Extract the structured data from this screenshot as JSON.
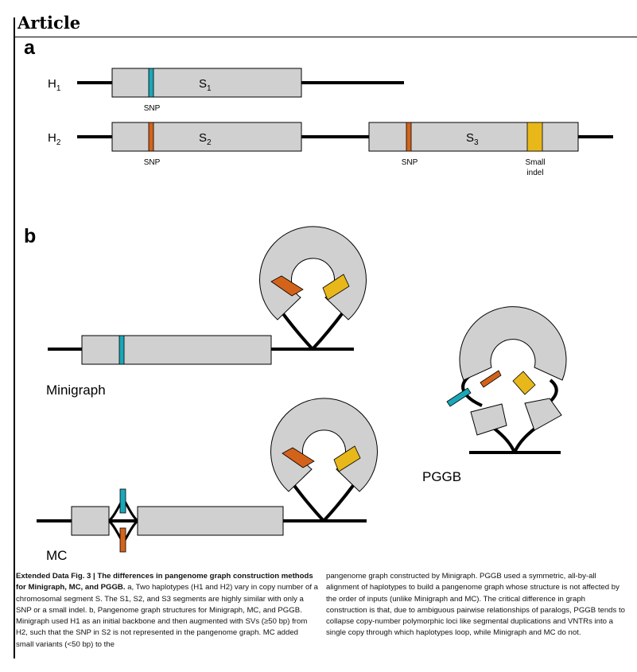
{
  "header": {
    "section": "Article"
  },
  "panel_a": {
    "label": "a",
    "h1": {
      "base": "H",
      "sub": "1"
    },
    "h2": {
      "base": "H",
      "sub": "2"
    },
    "s1": {
      "base": "S",
      "sub": "1"
    },
    "s2": {
      "base": "S",
      "sub": "2"
    },
    "s3": {
      "base": "S",
      "sub": "3"
    },
    "snp_label": "SNP",
    "indel_line1": "Small",
    "indel_line2": "indel"
  },
  "panel_b": {
    "label": "b",
    "minigraph": "Minigraph",
    "mc": "MC",
    "pggb": "PGGB"
  },
  "colors": {
    "segment_fill": "#d0d0d0",
    "snp_teal": "#1aa7b8",
    "snp_orange": "#d4631a",
    "indel_yellow": "#e8b81a",
    "line": "#000000"
  },
  "caption": {
    "title": "Extended Data Fig. 3 | The differences in pangenome graph construction methods for Minigraph, MC, and PGGB.",
    "left_body": "a, Two haplotypes (H1 and H2) vary in copy number of a chromosomal segment S. The S1, S2, and S3 segments are highly similar with only a SNP or a small indel. b, Pangenome graph structures for Minigraph, MC, and PGGB. Minigraph used H1 as an initial backbone and then augmented with SVs (≥50 bp) from H2, such that the SNP in S2 is not represented in the pangenome graph. MC added small variants (<50 bp) to the",
    "right_body": "pangenome graph constructed by Minigraph. PGGB used a symmetric, all-by-all alignment of haplotypes to build a pangenome graph whose structure is not affected by the order of inputs (unlike Minigraph and MC). The critical difference in graph construction is that, due to ambiguous pairwise relationships of paralogs, PGGB tends to collapse copy-number polymorphic loci like segmental duplications and VNTRs into a single copy through which haplotypes loop, while Minigraph and MC do not."
  }
}
